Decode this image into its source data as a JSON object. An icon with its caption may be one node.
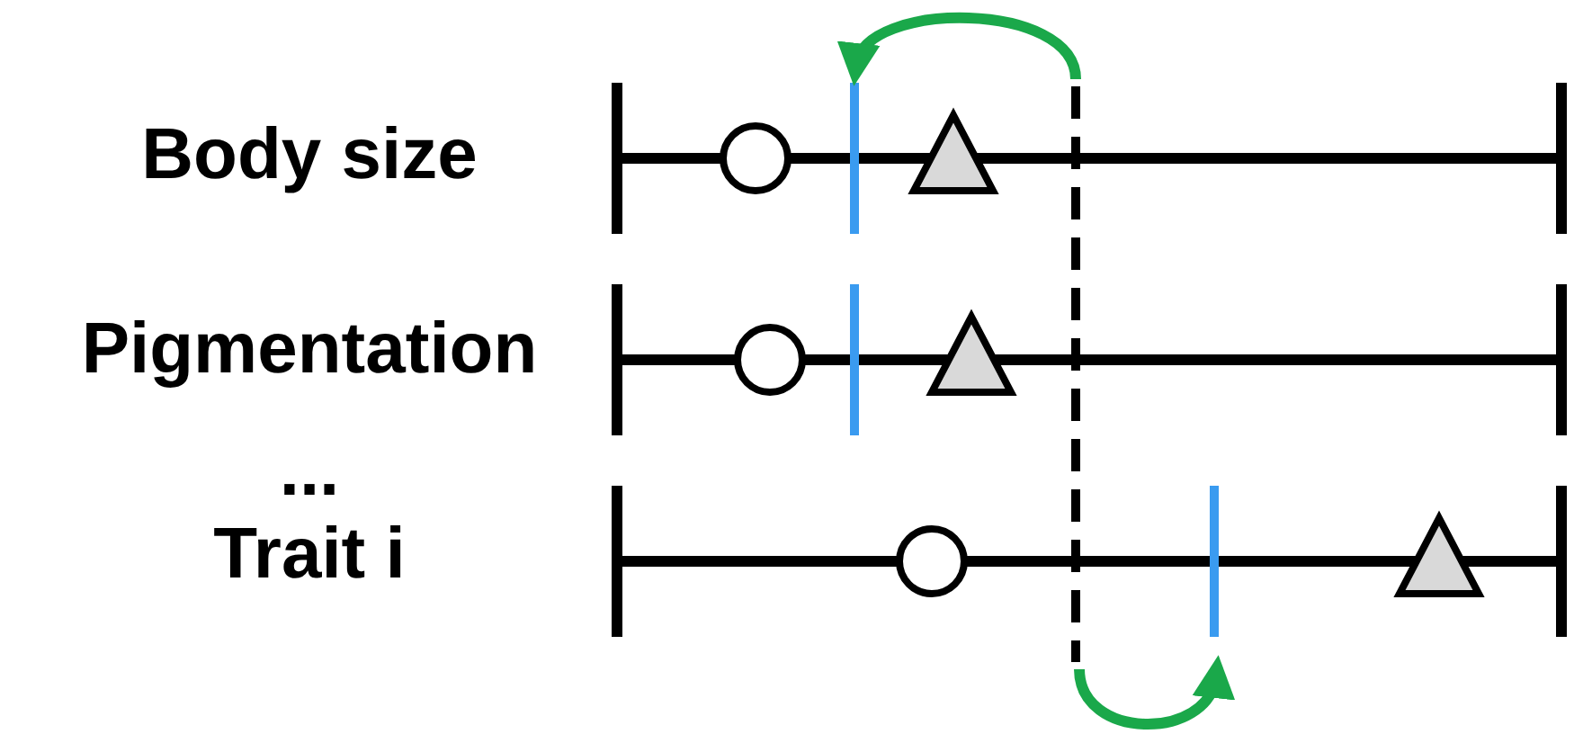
{
  "diagram": {
    "labels": [
      "Body size",
      "Pigmentation",
      "...",
      "Trait i"
    ]
  }
}
